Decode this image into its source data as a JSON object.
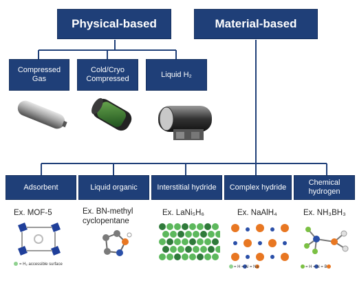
{
  "top": {
    "physical": "Physical-based",
    "material": "Material-based"
  },
  "physical_children": [
    "Compressed Gas",
    "Cold/Cryo Compressed",
    "Liquid H₂"
  ],
  "material_children": [
    "Adsorbent",
    "Liquid organic",
    "Interstitial hydride",
    "Complex hydride",
    "Chemical hydrogen"
  ],
  "examples": {
    "adsorbent": "Ex. MOF-5",
    "liquid_organic": "Ex. BN-methyl cyclopentane",
    "interstitial": "Ex. LaNi₅H₆",
    "complex": "Ex. NaAlH₄",
    "chemical": "Ex. NH₃BH₃"
  },
  "legends": {
    "mof": "= H₂ accessible surface",
    "complex": "= H  = Al  = Na",
    "chemical": "= H  = N  = B"
  },
  "colors": {
    "box_fill": "#1f3f78",
    "line": "#1f3f78"
  }
}
